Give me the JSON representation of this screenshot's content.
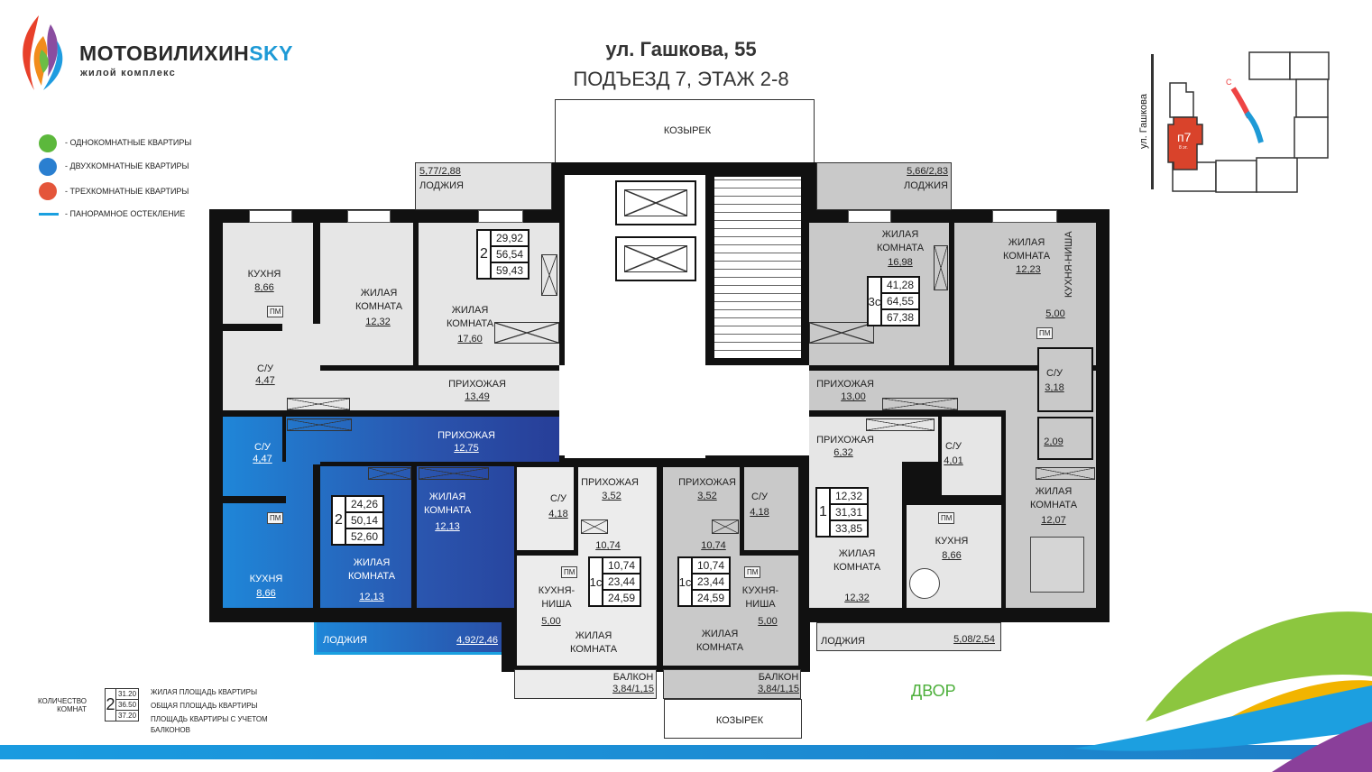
{
  "logo": {
    "name": "МОТОВИЛИХИН",
    "accent": "SKY",
    "tagline": "жилой комплекс"
  },
  "header": {
    "title": "ул. Гашкова, 55",
    "subtitle": "ПОДЪЕЗД 7, ЭТАЖ 2-8"
  },
  "legend": [
    {
      "label": "- ОДНОКОМНАТНЫЕ КВАРТИРЫ",
      "color": "#5cb83c"
    },
    {
      "label": "- ДВУХКОМНАТНЫЕ КВАРТИРЫ",
      "color": "#2a7fd0"
    },
    {
      "label": "- ТРЕХКОМНАТНЫЕ КВАРТИРЫ",
      "color": "#e4553a"
    },
    {
      "label": "- ПАНОРАМНОЕ ОСТЕКЛЕНИЕ",
      "color": "#1aa0e0"
    }
  ],
  "key": {
    "label_1": "КОЛИЧЕСТВО",
    "label_2": "КОМНАТ",
    "rooms": "2",
    "values": [
      "31.20",
      "36.50",
      "37.20"
    ],
    "descriptions": [
      "ЖИЛАЯ ПЛОЩАДЬ КВАРТИРЫ",
      "ОБЩАЯ ПЛОЩАДЬ КВАРТИРЫ",
      "ПЛОЩАДЬ КВАРТИРЫ С УЧЕТОМ",
      "БАЛКОНОВ"
    ]
  },
  "minimap": {
    "street": "ул. Гашкова",
    "section": "п7",
    "floors": "8 эт.",
    "compass": "С"
  },
  "plan": {
    "canopy_top": "КОЗЫРЕК",
    "canopy_bottom": "КОЗЫРЕК",
    "yard": "ДВОР",
    "pm": "ПМ"
  },
  "a1": {
    "rooms": "2",
    "areas": [
      "29,92",
      "56,54",
      "59,43"
    ],
    "kitchen": "КУХНЯ",
    "kitchen_area": "8,66",
    "room_a": "ЖИЛАЯ",
    "room_b": "КОМНАТА",
    "room1_area": "12,32",
    "room2_area": "17,60",
    "bath": "С/У",
    "bath_area": "4,47",
    "hall": "ПРИХОЖАЯ",
    "hall_area": "13,49",
    "loggia": "ЛОДЖИЯ",
    "loggia_area": "5,77/2,88"
  },
  "a2": {
    "rooms": "2",
    "areas": [
      "24,26",
      "50,14",
      "52,60"
    ],
    "bath": "С/У",
    "bath_area": "4,47",
    "hall": "ПРИХОЖАЯ",
    "hall_area": "12,75",
    "kitchen": "КУХНЯ",
    "kitchen_area": "8,66",
    "room_a": "ЖИЛАЯ",
    "room_b": "КОМНАТА",
    "room1_area": "12,13",
    "room2_area": "12,13",
    "loggia": "ЛОДЖИЯ",
    "loggia_area": "4,92/2,46"
  },
  "a3": {
    "rooms": "1с",
    "areas": [
      "10,74",
      "23,44",
      "24,59"
    ],
    "hall": "ПРИХОЖАЯ",
    "hall_area": "3,52",
    "bath": "С/У",
    "bath_area": "4,18",
    "room_area": "10,74",
    "kitchen_a": "КУХНЯ-",
    "kitchen_b": "НИША",
    "kitchen_area": "5,00",
    "room_a": "ЖИЛАЯ",
    "room_b": "КОМНАТА",
    "balcony": "БАЛКОН",
    "balcony_area": "3,84/1,15"
  },
  "a4": {
    "rooms": "1с",
    "areas": [
      "10,74",
      "23,44",
      "24,59"
    ],
    "hall": "ПРИХОЖАЯ",
    "hall_area": "3,52",
    "bath": "С/У",
    "bath_area": "4,18",
    "room_area": "10,74",
    "kitchen_a": "КУХНЯ-",
    "kitchen_b": "НИША",
    "kitchen_area": "5,00",
    "room_a": "ЖИЛАЯ",
    "room_b": "КОМНАТА",
    "balcony": "БАЛКОН",
    "balcony_area": "3,84/1,15"
  },
  "a5": {
    "rooms": "3с",
    "areas": [
      "41,28",
      "64,55",
      "67,38"
    ],
    "room_a": "ЖИЛАЯ",
    "room_b": "КОМНАТА",
    "room1_area": "16,98",
    "room2_area": "12,23",
    "room3_area": "12,07",
    "kitchen": "КУХНЯ-НИША",
    "kitchen_area": "5,00",
    "bath": "С/У",
    "bath_area": "3,18",
    "wc_area": "2,09",
    "hall": "ПРИХОЖАЯ",
    "hall_area": "13,00",
    "loggia": "ЛОДЖИЯ",
    "loggia_area": "5,66/2,83"
  },
  "a6": {
    "rooms": "1",
    "areas": [
      "12,32",
      "31,31",
      "33,85"
    ],
    "hall": "ПРИХОЖАЯ",
    "hall_area": "6,32",
    "bath": "С/У",
    "bath_area": "4,01",
    "room_a": "ЖИЛАЯ",
    "room_b": "КОМНАТА",
    "room_area": "12,32",
    "kitchen": "КУХНЯ",
    "kitchen_area": "8,66",
    "loggia": "ЛОДЖИЯ",
    "loggia_area": "5,08/2,54"
  }
}
